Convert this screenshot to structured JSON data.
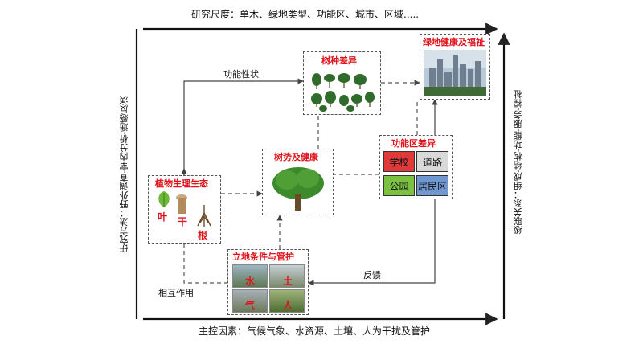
{
  "top_axis_label": "研究尺度：单木、绿地类型、功能区、城市、区域.....",
  "bottom_axis_label": "主控因素：气候气象、水资源、土壤、人为干扰及管护",
  "left_axis_label": "研究方法：野外调查-室内分析-遥感反演",
  "right_axis_label": "级联关系：组成-结构-功能-服务-福祉",
  "nodes": {
    "tree_species": "树种差异",
    "green_health": "绿地健康及福祉",
    "plant_physiology": "植物生理生态",
    "leaf": "叶",
    "trunk": "干",
    "root": "根",
    "tree_vigor": "树势及健康",
    "functional_zone": "功能区差异",
    "site_conditions": "立地条件与管护",
    "water": "水",
    "soil": "土",
    "air": "气",
    "human": "人"
  },
  "zones": {
    "school": "学校",
    "road": "道路",
    "park": "公园",
    "residential": "居民区"
  },
  "edge_labels": {
    "functional_traits": "功能性状",
    "feedback": "反馈",
    "interaction": "相互作用"
  },
  "colors": {
    "school": "#e0393a",
    "road": "#d9d9d9",
    "park": "#7cc242",
    "residential": "#6f98d2",
    "title_red": "#e0131b"
  }
}
